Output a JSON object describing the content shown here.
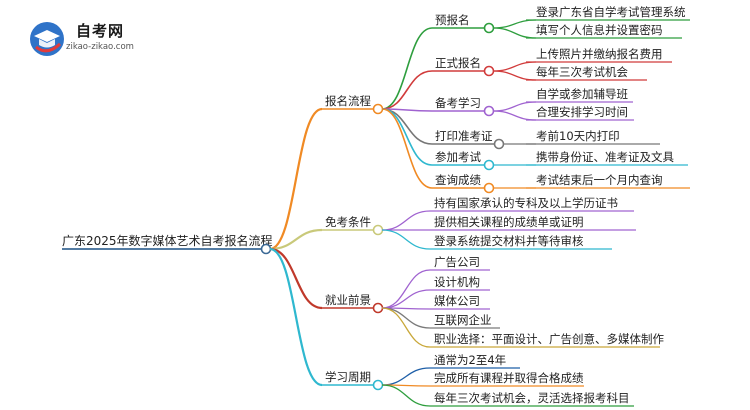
{
  "logo": {
    "title": "自考网",
    "url": "zikao-zikao.com"
  },
  "root": {
    "label": "广东2025年数字媒体艺术自考报名流程",
    "color": "#3c6a96"
  },
  "branches": [
    {
      "label": "报名流程",
      "color": "#f08a24",
      "children": [
        {
          "label": "预报名",
          "color": "#2e9e3e",
          "children": [
            "登录广东省自学考试管理系统",
            "填写个人信息并设置密码"
          ]
        },
        {
          "label": "正式报名",
          "color": "#d13b3b",
          "children": [
            "上传照片并缴纳报名费用",
            "每年三次考试机会"
          ]
        },
        {
          "label": "备考学习",
          "color": "#a063d0",
          "children": [
            "自学或参加辅导班",
            "合理安排学习时间"
          ]
        },
        {
          "label": "打印准考证",
          "color": "#777777",
          "children": [
            "考前10天内打印"
          ]
        },
        {
          "label": "参加考试",
          "color": "#2fb8cf",
          "children": [
            "携带身份证、准考证及文具"
          ]
        },
        {
          "label": "查询成绩",
          "color": "#f08a24",
          "children": [
            "考试结束后一个月内查询"
          ]
        }
      ]
    },
    {
      "label": "免考条件",
      "color": "#c9c97a",
      "children": [
        "持有国家承认的专科及以上学历证书",
        "提供相关课程的成绩单或证明",
        "登录系统提交材料并等待审核"
      ],
      "childColors": [
        "#a063d0",
        "#a063d0",
        "#2fb8cf"
      ]
    },
    {
      "label": "就业前景",
      "color": "#c0392b",
      "children": [
        "广告公司",
        "设计机构",
        "媒体公司",
        "互联网企业",
        "职业选择：平面设计、广告创意、多媒体制作"
      ],
      "childColors": [
        "#a063d0",
        "#a063d0",
        "#a063d0",
        "#7a7a7a",
        "#c9a83a"
      ]
    },
    {
      "label": "学习周期",
      "color": "#2fb8cf",
      "children": [
        "通常为2至4年",
        "完成所有课程并取得合格成绩",
        "每年三次考试机会，灵活选择报考科目"
      ],
      "childColors": [
        "#1f5fa8",
        "#f08a24",
        "#2e9e3e"
      ]
    }
  ]
}
